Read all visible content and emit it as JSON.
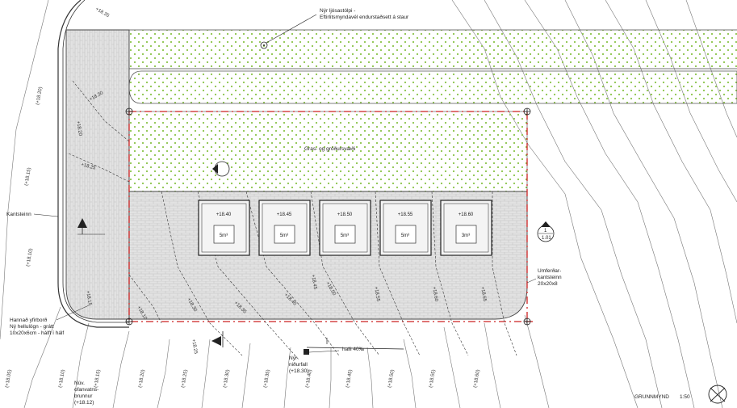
{
  "labels": {
    "lamp_post": [
      "Nýr ljósastólpi -",
      "Eftirlitsmyndavél endurstaðsett á staur"
    ],
    "grass_field": "Gras- og gróðursvæði",
    "curb": "Kantsteinn",
    "paving": [
      "Hannað yfirborð",
      "Ný hellulögn - grátt",
      "10x20x6cm - hálft í hálf"
    ],
    "traffic_curb": [
      "Umferðar-",
      "kantsteinn",
      "20x20x8"
    ],
    "new_drain_point": [
      "Nýr",
      "niðurfall",
      "(+18.30)"
    ],
    "existing_drain": [
      "Núv.",
      "ofanvatns-",
      "brunnur",
      "(+18.12)"
    ],
    "slope": "halli 40‰",
    "drawing_title": "GRUNNMYND",
    "scale": "1:50"
  },
  "bins": [
    {
      "level": "+18.40",
      "volume": "5m³"
    },
    {
      "level": "+18.45",
      "volume": "5m³"
    },
    {
      "level": "+18.50",
      "volume": "5m³"
    },
    {
      "level": "+18.55",
      "volume": "5m³"
    },
    {
      "level": "+18.60",
      "volume": "3m³"
    }
  ],
  "bottom_elevations": [
    "(+18.05)",
    "(+18.10)",
    "(+18.15)",
    "(+18.20)",
    "(+18.25)",
    "(+18.30)",
    "(+18.35)",
    "(+18.40)",
    "(+18.45)",
    "(+18.50)",
    "(+18.55)",
    "(+18.60)"
  ],
  "left_elevations": [
    "(+18.20)",
    "(+18.15)",
    "(+18.10)"
  ],
  "paving_elevations": [
    "+18.35",
    "+18.30",
    "+18.25",
    "+18.20",
    "+18.15",
    "+18.10",
    "+18.25",
    "+18.30",
    "+18.35",
    "+18.40",
    "+18.45",
    "+18.50",
    "+18.55",
    "+18.60",
    "+18.65"
  ],
  "section_marks": [
    "1",
    "1.01"
  ],
  "colors": {
    "grass_dot": "#8bc34a",
    "boundary": "#cc2222",
    "paving": "#d9d9d9",
    "line": "#444444"
  }
}
